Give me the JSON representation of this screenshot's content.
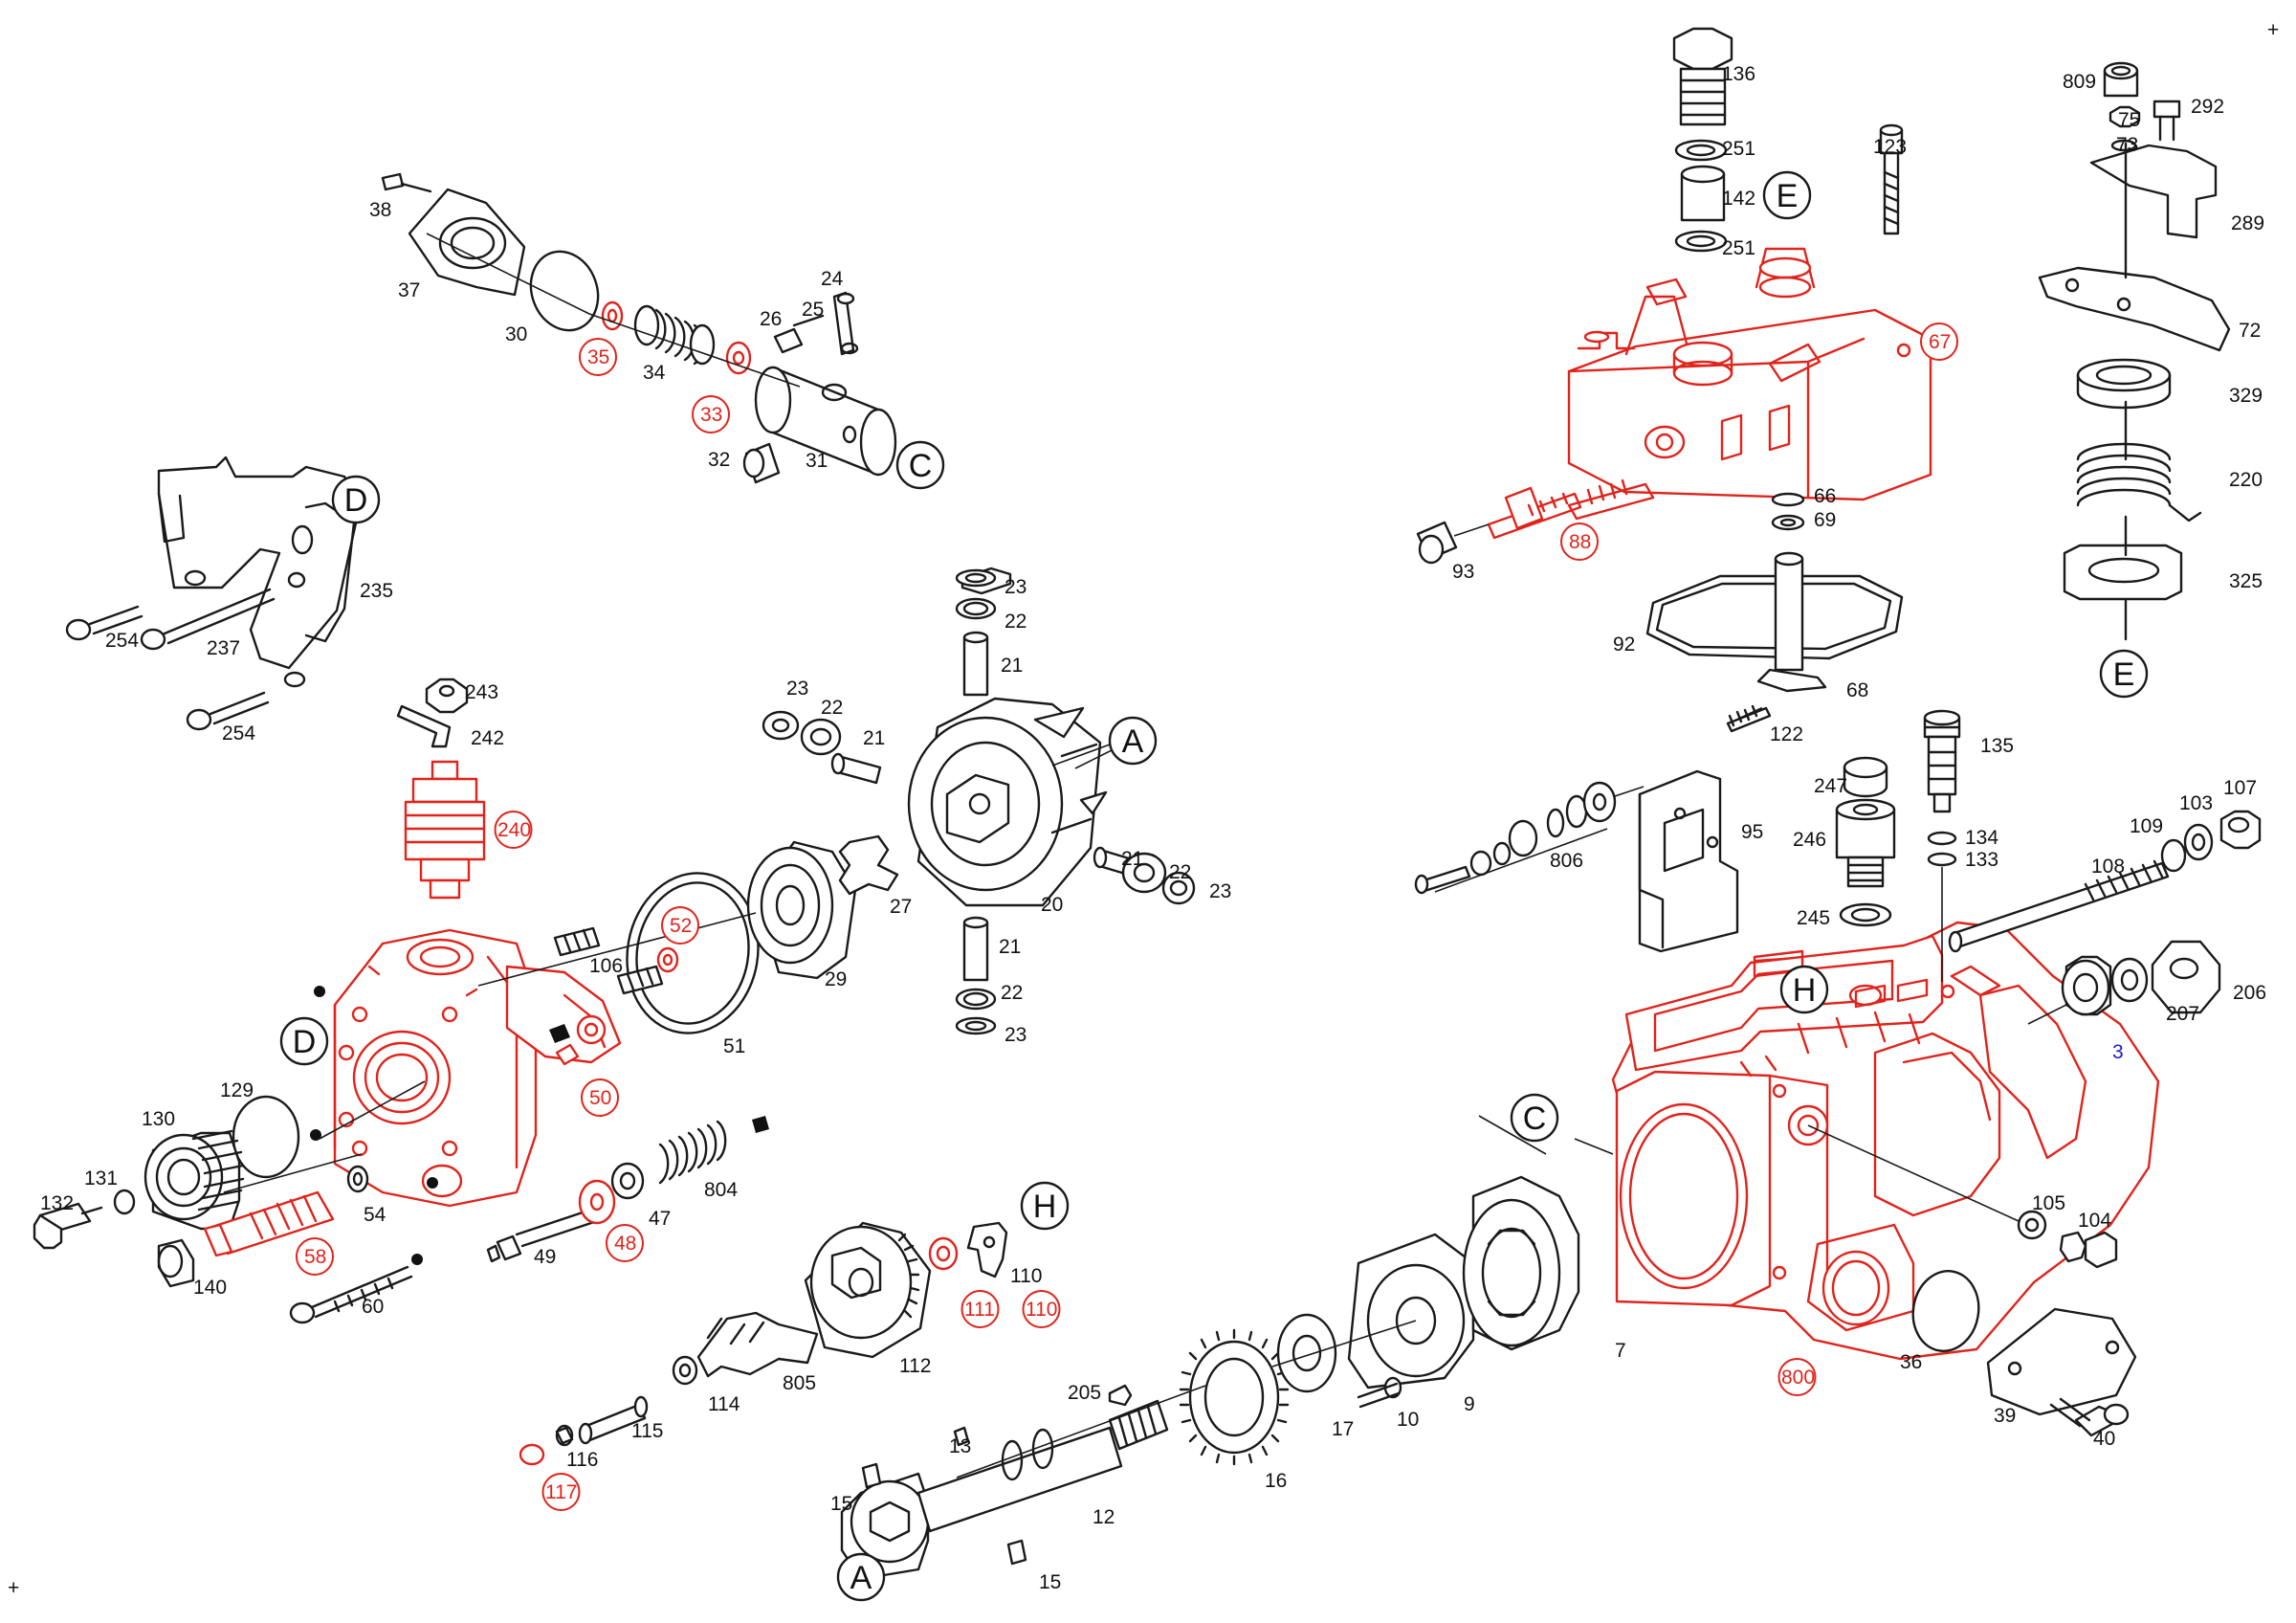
{
  "colors": {
    "line": "#1a1a1a",
    "highlight": "#e0241c",
    "blue_label": "#1c1ccc",
    "background": "#ffffff"
  },
  "part_labels": [
    {
      "text": "136",
      "color": "black"
    },
    {
      "text": "251",
      "color": "black"
    },
    {
      "text": "142",
      "color": "black"
    },
    {
      "text": "251",
      "color": "black"
    },
    {
      "text": "123",
      "color": "black"
    },
    {
      "text": "67",
      "color": "red"
    },
    {
      "text": "88",
      "color": "red"
    },
    {
      "text": "93",
      "color": "black"
    },
    {
      "text": "66",
      "color": "black"
    },
    {
      "text": "69",
      "color": "black"
    },
    {
      "text": "92",
      "color": "black"
    },
    {
      "text": "68",
      "color": "black"
    },
    {
      "text": "122",
      "color": "black"
    },
    {
      "text": "95",
      "color": "black"
    },
    {
      "text": "806",
      "color": "black"
    },
    {
      "text": "809",
      "color": "black"
    },
    {
      "text": "75",
      "color": "black"
    },
    {
      "text": "73",
      "color": "black"
    },
    {
      "text": "292",
      "color": "black"
    },
    {
      "text": "289",
      "color": "black"
    },
    {
      "text": "72",
      "color": "black"
    },
    {
      "text": "329",
      "color": "black"
    },
    {
      "text": "220",
      "color": "black"
    },
    {
      "text": "325",
      "color": "black"
    },
    {
      "text": "38",
      "color": "black"
    },
    {
      "text": "37",
      "color": "black"
    },
    {
      "text": "30",
      "color": "black"
    },
    {
      "text": "35",
      "color": "red"
    },
    {
      "text": "34",
      "color": "black"
    },
    {
      "text": "33",
      "color": "red"
    },
    {
      "text": "26",
      "color": "black"
    },
    {
      "text": "25",
      "color": "black"
    },
    {
      "text": "24",
      "color": "black"
    },
    {
      "text": "32",
      "color": "black"
    },
    {
      "text": "31",
      "color": "black"
    },
    {
      "text": "235",
      "color": "black"
    },
    {
      "text": "254",
      "color": "black"
    },
    {
      "text": "237",
      "color": "black"
    },
    {
      "text": "254",
      "color": "black"
    },
    {
      "text": "243",
      "color": "black"
    },
    {
      "text": "242",
      "color": "black"
    },
    {
      "text": "240",
      "color": "red"
    },
    {
      "text": "23",
      "color": "black"
    },
    {
      "text": "22",
      "color": "black"
    },
    {
      "text": "21",
      "color": "black"
    },
    {
      "text": "23",
      "color": "black"
    },
    {
      "text": "22",
      "color": "black"
    },
    {
      "text": "21",
      "color": "black"
    },
    {
      "text": "21",
      "color": "black"
    },
    {
      "text": "22",
      "color": "black"
    },
    {
      "text": "23",
      "color": "black"
    },
    {
      "text": "20",
      "color": "black"
    },
    {
      "text": "27",
      "color": "black"
    },
    {
      "text": "29",
      "color": "black"
    },
    {
      "text": "21",
      "color": "black"
    },
    {
      "text": "22",
      "color": "black"
    },
    {
      "text": "23",
      "color": "black"
    },
    {
      "text": "52",
      "color": "red"
    },
    {
      "text": "51",
      "color": "black"
    },
    {
      "text": "106",
      "color": "black"
    },
    {
      "text": "50",
      "color": "red"
    },
    {
      "text": "129",
      "color": "black"
    },
    {
      "text": "130",
      "color": "black"
    },
    {
      "text": "131",
      "color": "black"
    },
    {
      "text": "132",
      "color": "black"
    },
    {
      "text": "140",
      "color": "black"
    },
    {
      "text": "58",
      "color": "red"
    },
    {
      "text": "54",
      "color": "black"
    },
    {
      "text": "60",
      "color": "black"
    },
    {
      "text": "49",
      "color": "black"
    },
    {
      "text": "48",
      "color": "red"
    },
    {
      "text": "47",
      "color": "black"
    },
    {
      "text": "804",
      "color": "black"
    },
    {
      "text": "111",
      "color": "red"
    },
    {
      "text": "110",
      "color": "black"
    },
    {
      "text": "110",
      "color": "red"
    },
    {
      "text": "112",
      "color": "black"
    },
    {
      "text": "805",
      "color": "black"
    },
    {
      "text": "114",
      "color": "black"
    },
    {
      "text": "115",
      "color": "black"
    },
    {
      "text": "116",
      "color": "black"
    },
    {
      "text": "117",
      "color": "red"
    },
    {
      "text": "205",
      "color": "black"
    },
    {
      "text": "13",
      "color": "black"
    },
    {
      "text": "15",
      "color": "black"
    },
    {
      "text": "12",
      "color": "black"
    },
    {
      "text": "15",
      "color": "black"
    },
    {
      "text": "16",
      "color": "black"
    },
    {
      "text": "17",
      "color": "black"
    },
    {
      "text": "10",
      "color": "black"
    },
    {
      "text": "9",
      "color": "black"
    },
    {
      "text": "7",
      "color": "black"
    },
    {
      "text": "247",
      "color": "black"
    },
    {
      "text": "246",
      "color": "black"
    },
    {
      "text": "245",
      "color": "black"
    },
    {
      "text": "135",
      "color": "black"
    },
    {
      "text": "134",
      "color": "black"
    },
    {
      "text": "133",
      "color": "black"
    },
    {
      "text": "108",
      "color": "black"
    },
    {
      "text": "109",
      "color": "black"
    },
    {
      "text": "103",
      "color": "black"
    },
    {
      "text": "107",
      "color": "black"
    },
    {
      "text": "207",
      "color": "black"
    },
    {
      "text": "206",
      "color": "black"
    },
    {
      "text": "3",
      "color": "blue"
    },
    {
      "text": "105",
      "color": "black"
    },
    {
      "text": "104",
      "color": "black"
    },
    {
      "text": "800",
      "color": "red"
    },
    {
      "text": "36",
      "color": "black"
    },
    {
      "text": "39",
      "color": "black"
    },
    {
      "text": "40",
      "color": "black"
    }
  ],
  "reference_markers": [
    {
      "text": "C"
    },
    {
      "text": "D"
    },
    {
      "text": "A"
    },
    {
      "text": "E"
    },
    {
      "text": "E"
    },
    {
      "text": "H"
    },
    {
      "text": "D"
    },
    {
      "text": "C"
    },
    {
      "text": "H"
    },
    {
      "text": "A"
    }
  ],
  "corner_marks": [
    {
      "text": "+"
    },
    {
      "text": "+"
    }
  ]
}
